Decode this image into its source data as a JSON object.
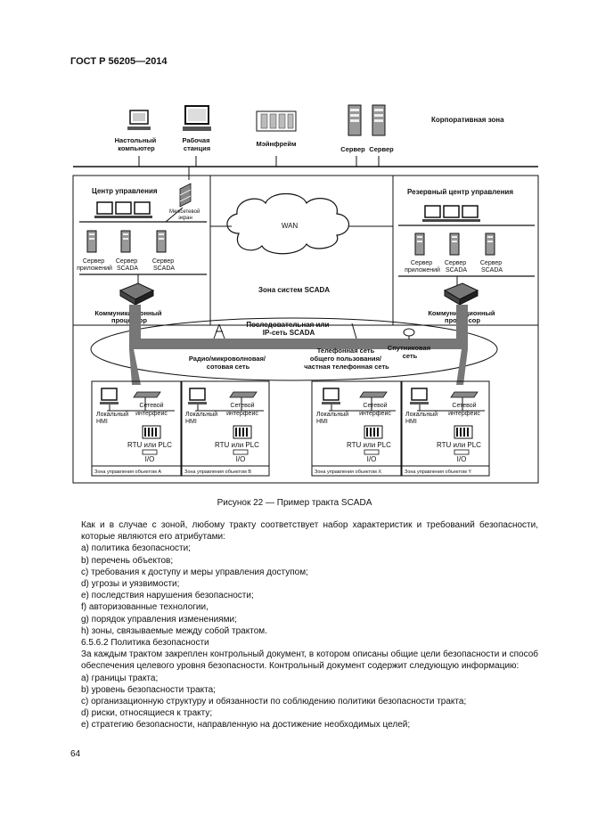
{
  "header": "ГОСТ Р 56205—2014",
  "figure": {
    "corporate_zone": "Корпоративная зона",
    "desktop": [
      "Настольный",
      "компьютер"
    ],
    "workstation": [
      "Рабочая",
      "станция"
    ],
    "mainframe": "Мэйнфрейм",
    "server1": "Сервер",
    "server2": "Сервер",
    "control_center": "Центр управления",
    "firewall": [
      "Межсетевой",
      "экран"
    ],
    "wan": "WAN",
    "backup_center": "Резервный центр управления",
    "app_server": [
      "Сервер",
      "приложений"
    ],
    "scada_server": [
      "Сервер",
      "SCADA"
    ],
    "scada_zone": "Зона систем SCADA",
    "comm_processor": [
      "Коммуникационный",
      "процессор"
    ],
    "serial_ip": [
      "Последовательная или",
      "IP-сеть SCADA"
    ],
    "radio": [
      "Радио/микроволновая/",
      "сотовая сеть"
    ],
    "phone": [
      "Телефонная сеть",
      "общего пользования/",
      "частная телефонная сеть"
    ],
    "satellite": [
      "Спутниковая",
      "сеть"
    ],
    "local_hmi": [
      "Локальный",
      "HMI"
    ],
    "network_interface": [
      "Сетевой",
      "интерфейс"
    ],
    "rtu_plc": "RTU или PLC",
    "io": "I/O",
    "zone_a": "Зона управления объектом А",
    "zone_b": "Зона управления объектом B",
    "zone_x": "Зона управления объектом X",
    "zone_y": "Зона управления объектом Y"
  },
  "caption": "Рисунок 22 — Пример тракта SCADA",
  "para1": "Как и в случае с зоной, любому тракту соответствует набор характеристик и требований безопасности, которые являются его атрибутами:",
  "list1": [
    "а) политика безопасности;",
    "b) перечень объектов;",
    "с) требования к доступу и меры управления доступом;",
    "d) угрозы и уязвимости;",
    "е) последствия нарушения безопасности;",
    "f) авторизованные технологии,",
    "g) порядок управления изменениями;",
    "h) зоны, связываемые между собой трактом."
  ],
  "section": "6.5.6.2 Политика безопасности",
  "para2": "За каждым трактом закреплен контрольный документ, в котором описаны общие цели безопасности и способ обеспечения целевого уровня безопасности. Контрольный документ содержит следующую информацию:",
  "list2": [
    "а) границы тракта;",
    "b) уровень безопасности тракта;",
    "с) организационную структуру и обязанности по соблюдению политики безопасности тракта;",
    "d) риски, относящиеся к тракту;",
    "е) стратегию безопасности, направленную на достижение необходимых целей;"
  ],
  "page_number": "64"
}
